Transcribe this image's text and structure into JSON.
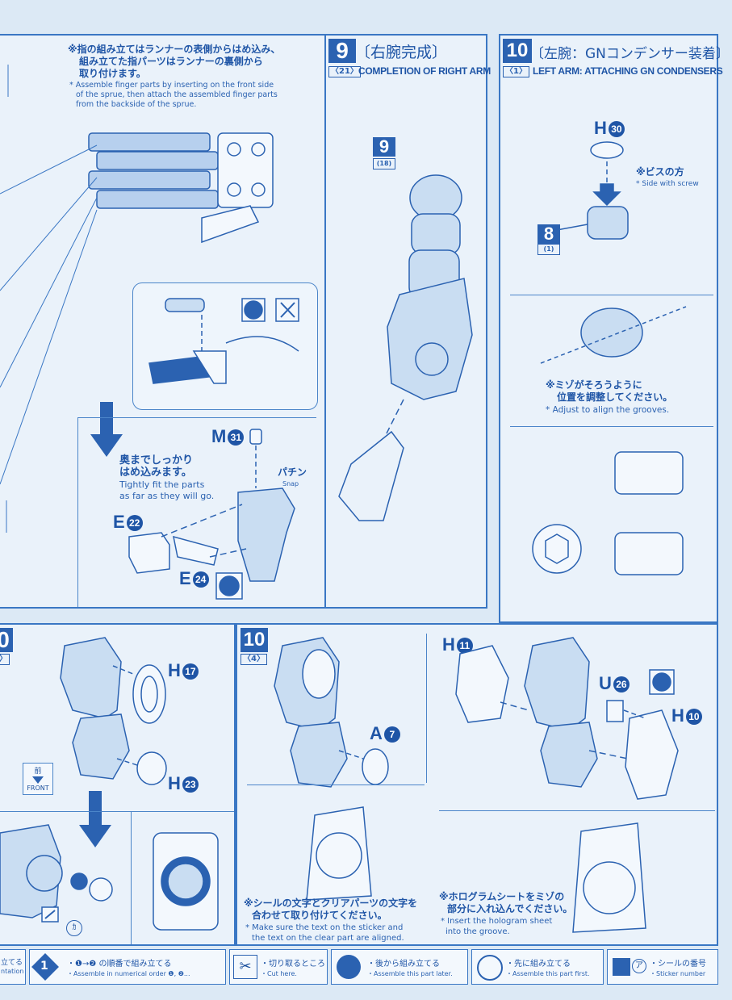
{
  "finger_note": {
    "jp_line1": "※指の組み立てはランナーの表側からはめ込み、",
    "jp_line2": "組み立てた指パーツはランナーの裏側から",
    "jp_line3": "取り付けます。",
    "en_line1": "* Assemble finger parts by inserting on the front side",
    "en_line2": "of the sprue, then attach the assembled finger parts",
    "en_line3": "from the backside of the sprue."
  },
  "fit_note": {
    "jp_line1": "奥までしっかり",
    "jp_line2": "はめ込みます。",
    "en_line1": "Tightly fit the parts",
    "en_line2": "as far as they will go."
  },
  "snap": {
    "jp": "パチン",
    "en": "Snap"
  },
  "parts": {
    "m31": {
      "letter": "M",
      "num": "31"
    },
    "e22": {
      "letter": "E",
      "num": "22"
    },
    "e24": {
      "letter": "E",
      "num": "24"
    },
    "h30": {
      "letter": "H",
      "num": "30"
    },
    "h17": {
      "letter": "H",
      "num": "17"
    },
    "h23": {
      "letter": "H",
      "num": "23"
    },
    "a7": {
      "letter": "A",
      "num": "7"
    },
    "h11": {
      "letter": "H",
      "num": "11"
    },
    "u26": {
      "letter": "U",
      "num": "26"
    },
    "h10": {
      "letter": "H",
      "num": "10"
    }
  },
  "step9": {
    "number": "9",
    "title_jp": "〔右腕完成〕",
    "qty": "〈21〉",
    "title_en": "COMPLETION OF RIGHT ARM",
    "ref_number": "9",
    "ref_qty": "(18)"
  },
  "step10": {
    "number": "10",
    "title_jp": "〔左腕：GNコンデンサー装着〕",
    "qty": "〈1〉",
    "title_en": "LEFT ARM: ATTACHING GN CONDENSERS",
    "ref_number": "8",
    "ref_qty": "(1)",
    "screw_jp": "※ビスの方",
    "screw_en": "* Side with screw",
    "groove_jp1": "※ミゾがそろうように",
    "groove_jp2": "位置を調整してください。",
    "groove_en": "* Adjust to align the grooves."
  },
  "step10b": {
    "number": "10",
    "qty": "〈4〉"
  },
  "step_left_bottom": {
    "number": "0",
    "qty": "〉"
  },
  "front_label": {
    "jp": "前",
    "en": "FRONT"
  },
  "sticker_circle_label": "ｶ",
  "clear_note": {
    "jp_line1": "※シールの文字とクリアパーツの文字を",
    "jp_line2": "合わせて取り付けてください。",
    "en_line1": "* Make sure the text on the sticker and",
    "en_line2": "the text on the clear part are aligned."
  },
  "hologram_note": {
    "jp_line1": "※ホログラムシートをミゾの",
    "jp_line2": "部分に入れ込んでください。",
    "en_line1": "* Insert the hologram sheet",
    "en_line2": "into the groove."
  },
  "legend": {
    "item0_jp": "立てる",
    "item0_en": "ntation",
    "item1_jp": "・❶→❷ の順番で組み立てる",
    "item1_en": "・Assemble in numerical order ❶, ❷...",
    "item2_jp": "・切り取るところ",
    "item2_en": "・Cut here.",
    "item3_jp": "・後から組み立てる",
    "item3_en": "・Assemble this part later.",
    "item4_jp": "・先に組み立てる",
    "item4_en": "・Assemble this part first.",
    "item5_jp": "・シールの番号",
    "item5_en": "・Sticker number",
    "item5_symbol": "ア"
  },
  "colors": {
    "accent": "#1f55a6",
    "panel": "#eaf2fa",
    "line": "#3a77c4",
    "part_fill": "#c9ddf2"
  }
}
